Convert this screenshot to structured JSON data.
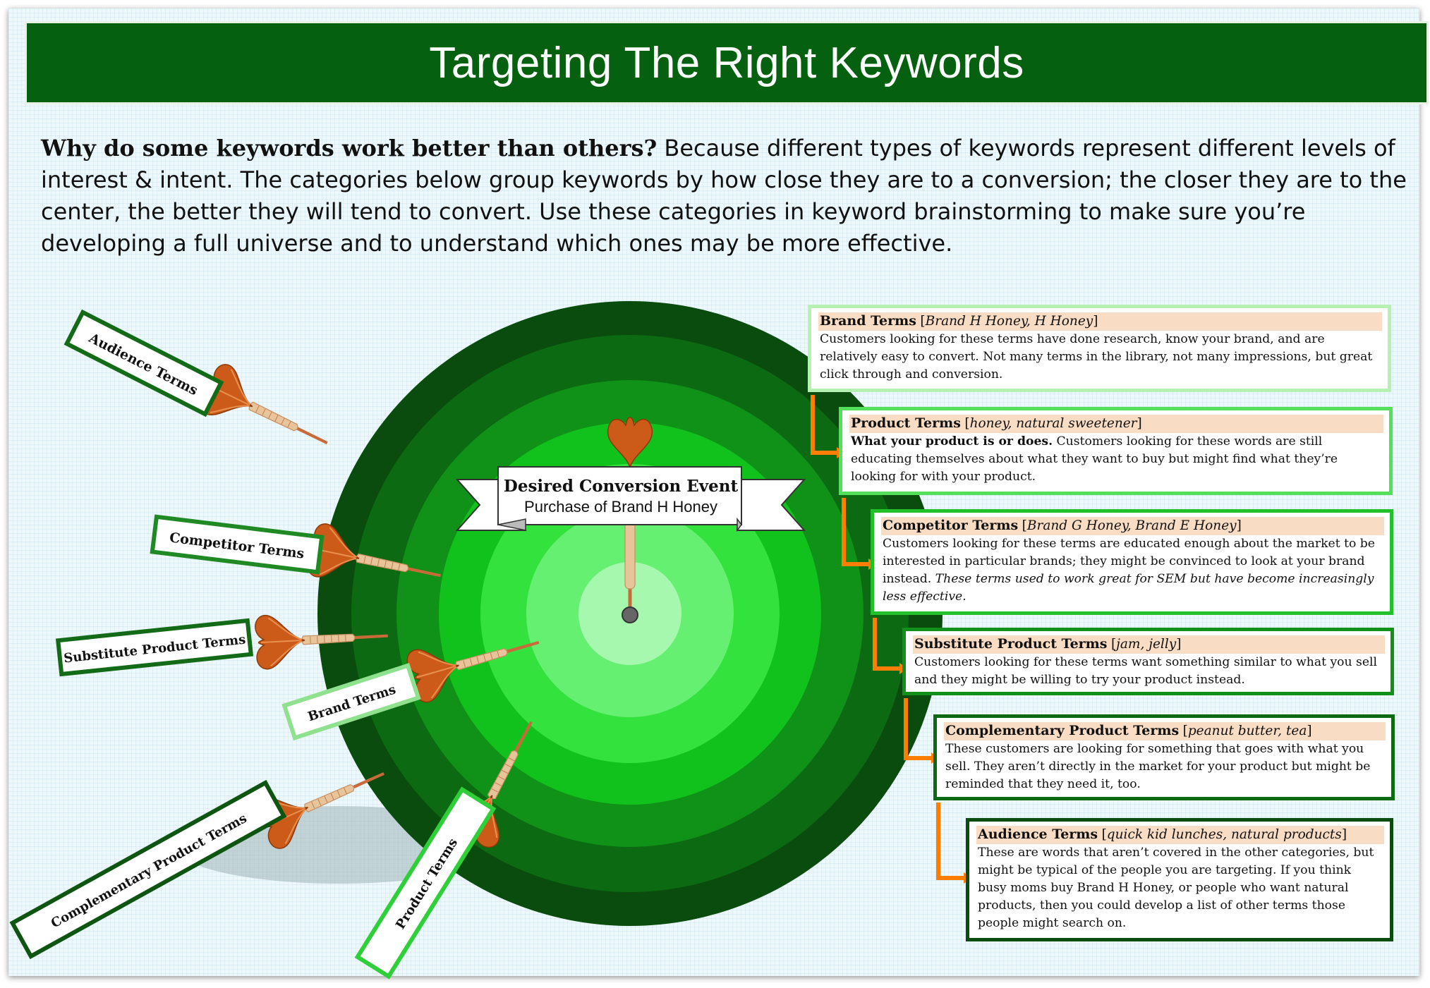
{
  "title": "Targeting The Right Keywords",
  "intro": {
    "question": "Why do some keywords work better than others?",
    "text": "  Because different types of keywords represent different levels of interest & intent.  The categories below group keywords by how close they are to a conversion; the closer they are to the center, the better they will tend to convert.  Use these categories in keyword brainstorming to make sure you’re developing a full universe and to understand which ones may be more effective."
  },
  "center": {
    "title": "Desired Conversion Event",
    "subtitle": "Purchase of Brand H Honey"
  },
  "colors": {
    "title_bar": "#05600f",
    "rings": [
      "#0a4c0d",
      "#0c6a12",
      "#0f9217",
      "#12c21c",
      "#34e23e",
      "#66f072",
      "#a5f8ad"
    ],
    "card_header": "#f9dcc4",
    "connector": "#ff7d00",
    "dart": "#cc5a18"
  },
  "flag_labels": {
    "audience": "Audience Terms",
    "competitor": "Competitor Terms",
    "substitute": "Substitute Product Terms",
    "brand": "Brand Terms",
    "complementary": "Complementary Product Terms",
    "product": "Product Terms"
  },
  "cards": {
    "brand": {
      "name": "Brand Terms",
      "examples": "Brand H Honey, H Honey",
      "body": "Customers looking for these terms have done research, know your brand, and are relatively easy to convert.  Not many terms in the library, not many impressions, but great click through and conversion."
    },
    "product": {
      "name": "Product Terms",
      "examples": "honey, natural sweetener",
      "lead": "What your product is or does.",
      "body": "  Customers looking for these words are still educating themselves about what they want to buy but might find what they’re looking for with your product."
    },
    "competitor": {
      "name": "Competitor Terms",
      "examples": "Brand G Honey, Brand E Honey",
      "body": "Customers looking for these terms are educated enough about the market to be interested in particular brands; they might be convinced to look at your brand instead. ",
      "note": "These terms used to work great for SEM but have become increasingly less effective."
    },
    "substitute": {
      "name": "Substitute Product Terms",
      "examples": "jam, jelly",
      "body": "Customers looking for these terms want something similar to what you sell and they might be willing to try your product instead."
    },
    "complementary": {
      "name": "Complementary Product Terms",
      "examples": "peanut butter, tea",
      "body": "These customers are looking for something that goes with what you sell.  They aren’t directly in the market for your product but might be reminded that they need it, too."
    },
    "audience": {
      "name": "Audience Terms",
      "examples": "quick kid lunches, natural products",
      "body": "These are words that aren’t covered in the other categories, but might be typical of the people you are targeting.  If you think busy moms buy Brand H Honey, or people who want natural products, then you could develop a list of other terms those people might search on."
    }
  }
}
